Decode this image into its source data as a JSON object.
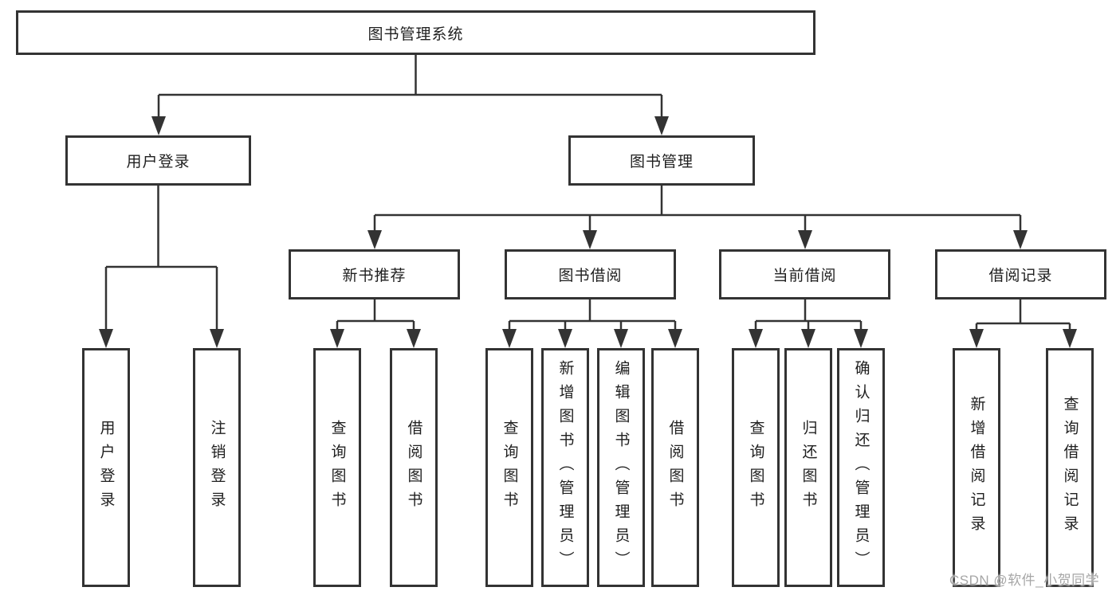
{
  "tree": {
    "root": {
      "label": "图书管理系统",
      "children": [
        {
          "label": "用户登录",
          "children": [
            {
              "label": "用户登录"
            },
            {
              "label": "注销登录"
            }
          ]
        },
        {
          "label": "图书管理",
          "children": [
            {
              "label": "新书推荐",
              "children": [
                {
                  "label": "查询图书"
                },
                {
                  "label": "借阅图书"
                }
              ]
            },
            {
              "label": "图书借阅",
              "children": [
                {
                  "label": "查询图书"
                },
                {
                  "label": "新增图书（管理员）"
                },
                {
                  "label": "编辑图书（管理员）"
                },
                {
                  "label": "借阅图书"
                }
              ]
            },
            {
              "label": "当前借阅",
              "children": [
                {
                  "label": "查询图书"
                },
                {
                  "label": "归还图书"
                },
                {
                  "label": "确认归还（管理员）"
                }
              ]
            },
            {
              "label": "借阅记录",
              "children": [
                {
                  "label": "新增借阅记录"
                },
                {
                  "label": "查询借阅记录"
                }
              ]
            }
          ]
        }
      ]
    }
  },
  "watermark": {
    "text": "CSDN @软件_小贺同学"
  },
  "colors": {
    "line": "#333333",
    "text": "#1f1f1f",
    "watermark": "#a6a6a6",
    "background": "#ffffff"
  }
}
